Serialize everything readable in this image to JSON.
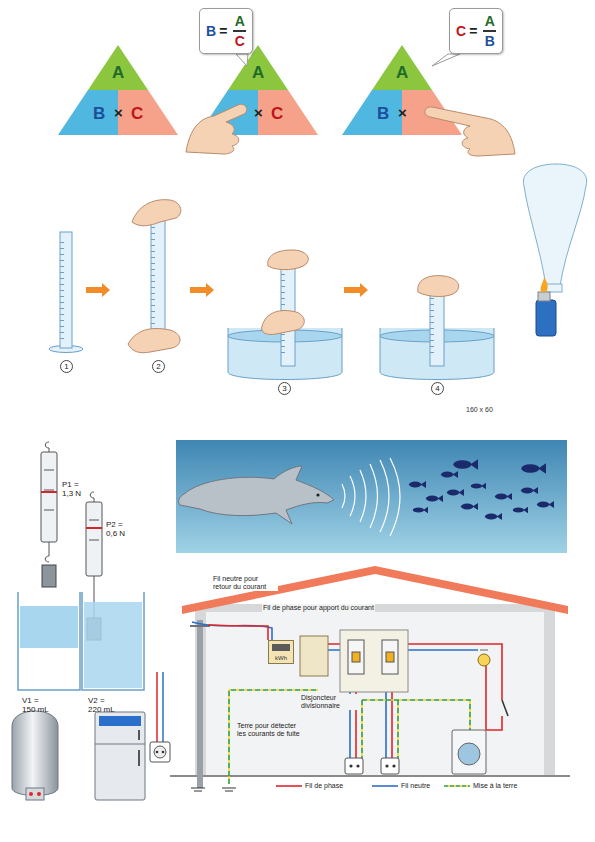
{
  "diagram": {
    "nodes": [
      {
        "text": [
          "A"
        ]
      },
      {
        "text": [
          "B"
        ]
      },
      {
        "text": [
          "C"
        ]
      },
      {
        "text": [
          "B",
          "=",
          "A",
          "C"
        ]
      },
      {
        "text": [
          "A"
        ]
      },
      {
        "text": [
          "C"
        ]
      },
      {
        "text": [
          "C",
          "=",
          "A",
          "B"
        ]
      },
      {
        "text": [
          "A"
        ]
      },
      {
        "text": [
          "B"
        ]
      },
      {
        "text": [
          "1"
        ]
      },
      {
        "text": [
          "2"
        ]
      },
      {
        "text": [
          "3"
        ]
      },
      {
        "text": [
          "4"
        ]
      },
      {
        "text": [
          "kWh"
        ]
      }
    ],
    "labels": [
      "×",
      "×",
      "×",
      "160 x 60",
      "P1 = 1,3 N",
      "P2 = 0,6 N",
      "V1 = 150 mL",
      "V2 = 220 mL",
      "Fil neutre pour retour du courant",
      "Fil de phase pour apport du courant",
      "Disjoncteur divisionnaire",
      "Terre pour détecter les courants de fuite"
    ],
    "legend": [
      {
        "text": "Fil de phase"
      },
      {
        "text": "Fil neutre"
      },
      {
        "text": "Mise à la terre"
      }
    ]
  }
}
